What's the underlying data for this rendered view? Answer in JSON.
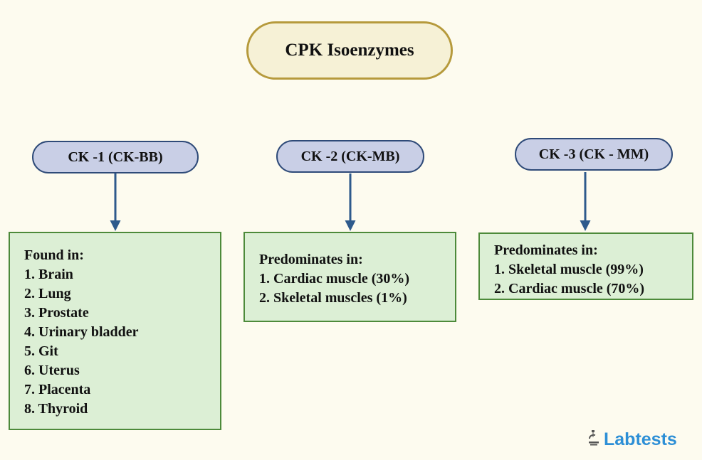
{
  "title": "CPK Isoenzymes",
  "isoenzymes": [
    {
      "label": "CK -1 (CK-BB)",
      "lines": [
        "Found in:",
        "1. Brain",
        "2. Lung",
        "3. Prostate",
        "4. Urinary bladder",
        "5. Git",
        "6. Uterus",
        "7. Placenta",
        "8. Thyroid"
      ]
    },
    {
      "label": "CK -2 (CK-MB)",
      "lines": [
        "Predominates in:",
        "1. Cardiac muscle (30%)",
        "2. Skeletal muscles (1%)"
      ]
    },
    {
      "label": "CK -3 (CK - MM)",
      "lines": [
        "Predominates in:",
        "1. Skeletal muscle (99%)",
        "2. Cardiac muscle (70%)"
      ]
    }
  ],
  "logo": {
    "text": "Labtests",
    "icon": "microscope-icon"
  },
  "colors": {
    "background": "#fdfbef",
    "title_fill": "#f6f1d6",
    "title_border": "#b69a3c",
    "pill_fill": "#c9cfe6",
    "pill_border": "#2e4a78",
    "box_fill": "#dcefd5",
    "box_border": "#4d8a3a",
    "arrow": "#2e5a8c",
    "logo": "#2d8fd6"
  }
}
